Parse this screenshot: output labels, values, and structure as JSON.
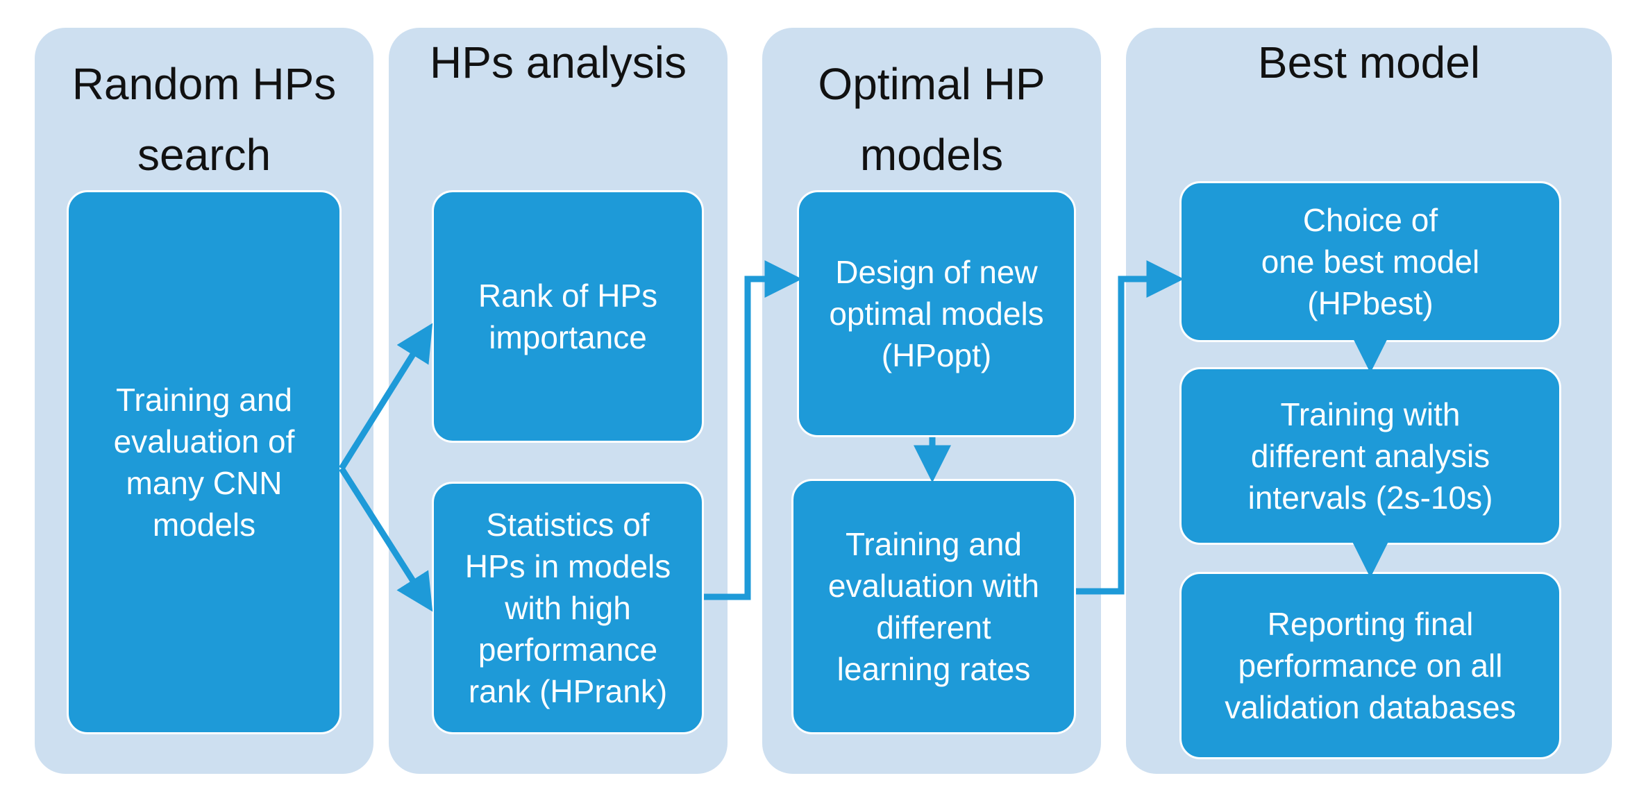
{
  "colors": {
    "panel": "#cddff0",
    "box": "#1e9ad8",
    "arrow": "#1e9ad8",
    "title_text": "#111111",
    "box_text": "#ffffff"
  },
  "panels": [
    {
      "title": "Random HPs\nsearch",
      "boxes": [
        "Training and\nevaluation of\nmany CNN\nmodels"
      ]
    },
    {
      "title": "HPs analysis",
      "boxes": [
        "Rank of HPs\nimportance",
        "Statistics of\nHPs in models\nwith high\nperformance\nrank (HPrank)"
      ]
    },
    {
      "title": "Optimal HP\nmodels",
      "boxes": [
        "Design of new\noptimal models\n(HPopt)",
        "Training and\nevaluation with\ndifferent\nlearning rates"
      ]
    },
    {
      "title": "Best model",
      "boxes": [
        "Choice of\none best model\n(HPbest)",
        "Training with\ndifferent analysis\nintervals (2s-10s)",
        "Reporting final\nperformance on all\nvalidation databases"
      ]
    }
  ]
}
